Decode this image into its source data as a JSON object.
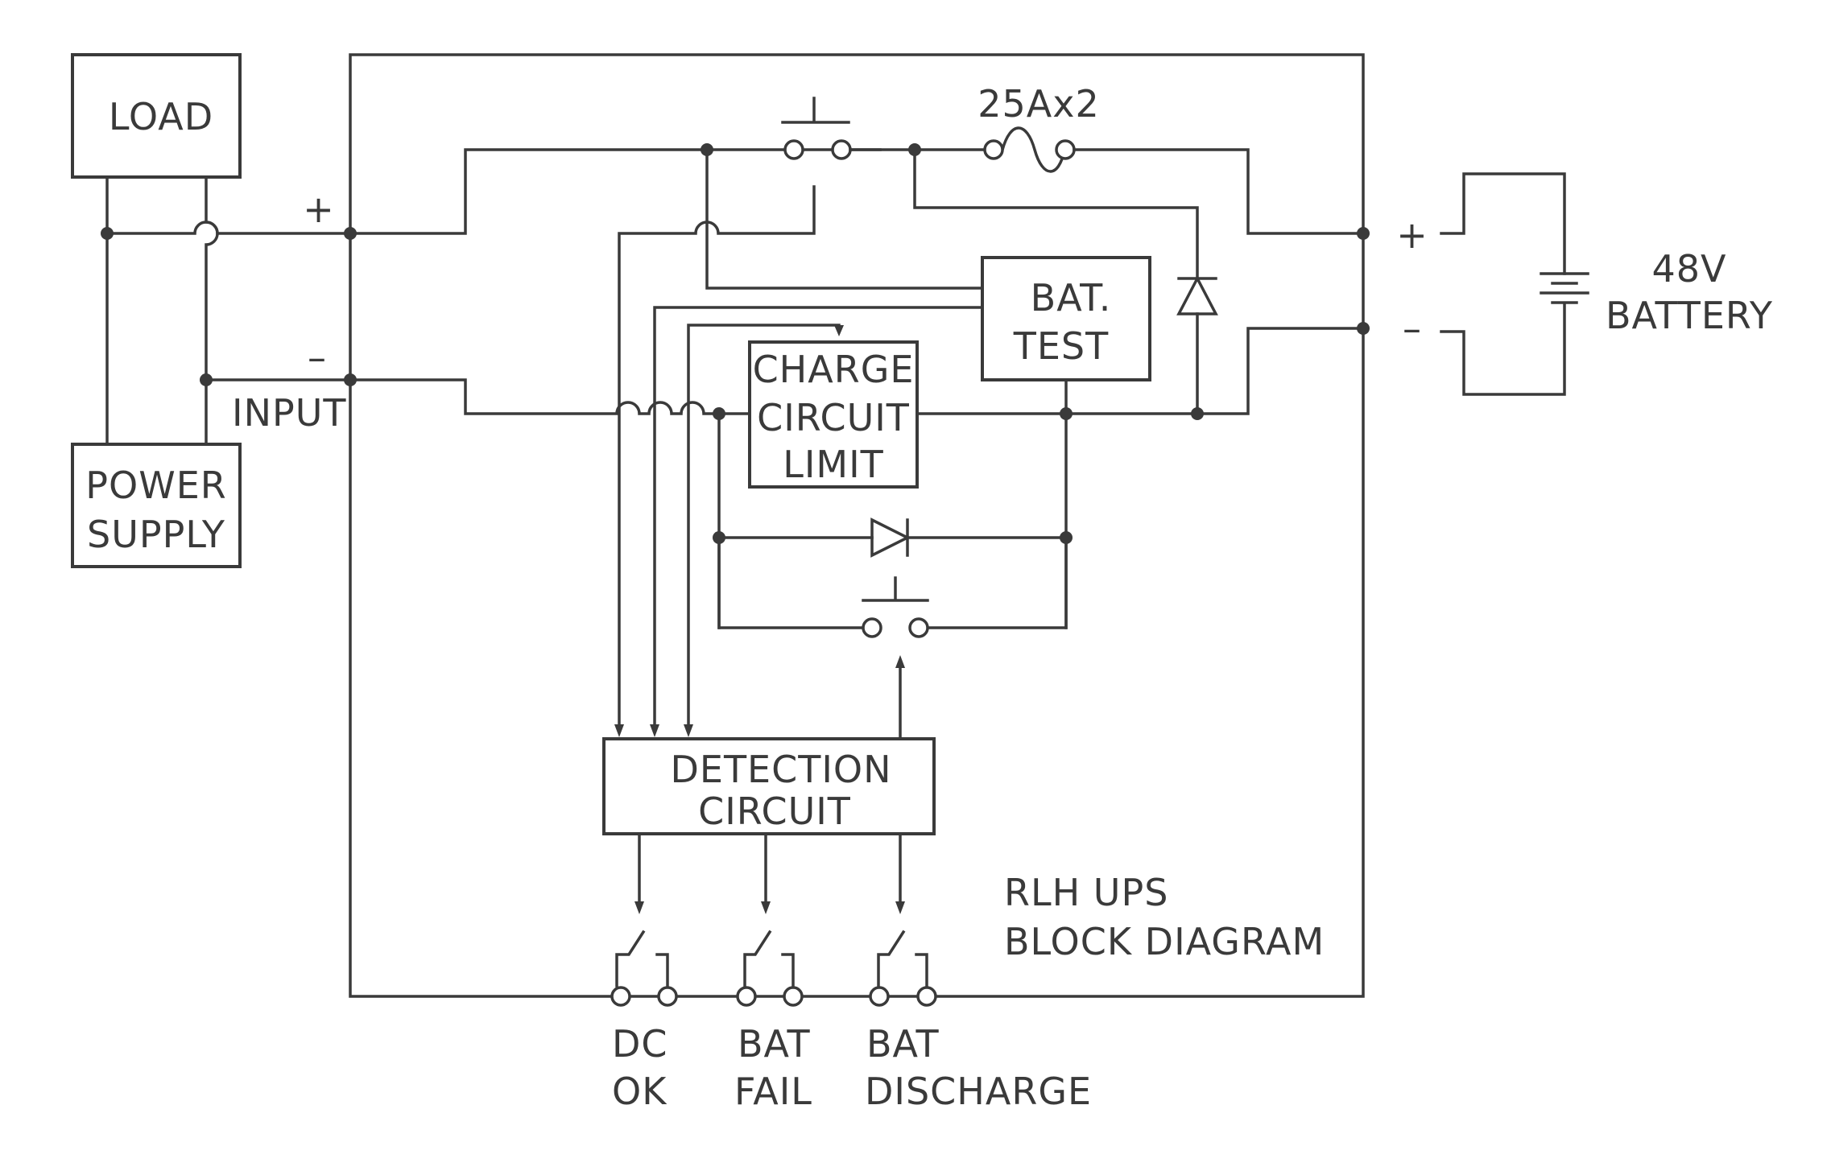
{
  "blocks": {
    "load": "LOAD",
    "power_supply": [
      "POWER",
      "SUPPLY"
    ],
    "bat_test": [
      "BAT.",
      "TEST"
    ],
    "charge_limit": [
      "CHARGE",
      "CIRCUIT",
      "LIMIT"
    ],
    "detection": [
      "DETECTION",
      "CIRCUIT"
    ]
  },
  "labels": {
    "input_plus": "+",
    "input_minus": "–",
    "input": "INPUT",
    "fuse": "25Ax2",
    "battery_plus": "+",
    "battery_minus": "–",
    "battery": [
      "48V",
      "BATTERY"
    ],
    "title": [
      "RLH UPS",
      "BLOCK DIAGRAM"
    ]
  },
  "outputs": [
    {
      "line1": "DC",
      "line2": "OK"
    },
    {
      "line1": "BAT",
      "line2": "FAIL"
    },
    {
      "line1": "BAT",
      "line2": "DISCHARGE"
    }
  ],
  "colors": {
    "line": "#3a3a3a",
    "background": "#ffffff"
  }
}
